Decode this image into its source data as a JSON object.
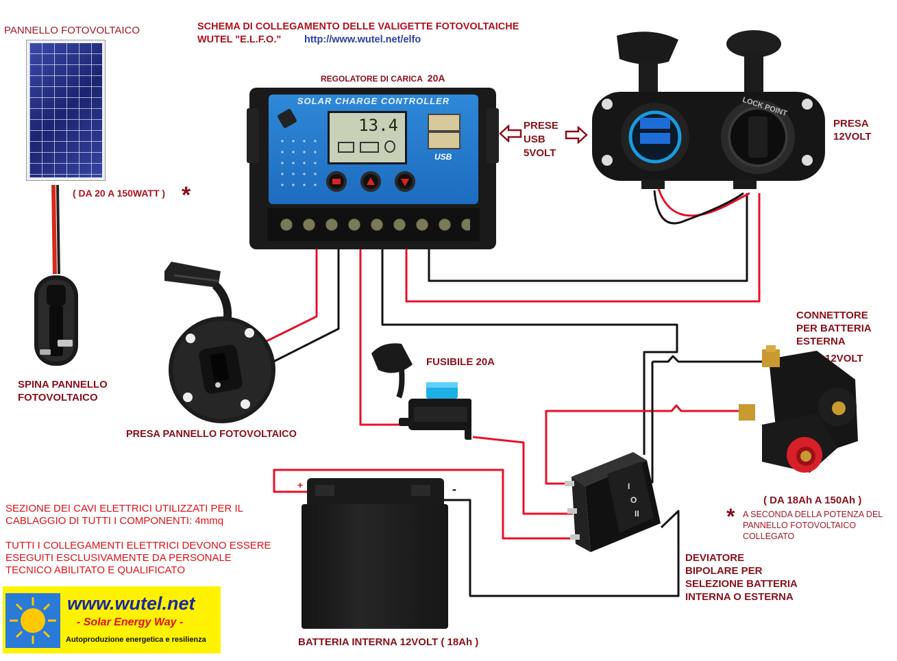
{
  "title": {
    "line1": "SCHEMA DI COLLEGAMENTO DELLE VALIGETTE FOTOVOLTAICHE",
    "line2": "WUTEL \"E.L.F.O.\"",
    "url": "http://www.wutel.net/elfo"
  },
  "panel": {
    "label": "PANNELLO FOTOVOLTAICO",
    "power": "( DA 20 A 150WATT )",
    "asterisk": "*"
  },
  "plug": {
    "line1": "SPINA PANNELLO",
    "line2": "FOTOVOLTAICO"
  },
  "socket": {
    "label": "PRESA PANNELLO FOTOVOLTAICO"
  },
  "controller": {
    "label": "REGOLATORE DI CARICA",
    "amps": "20A",
    "brand": "SOLAR CHARGE CONTROLLER",
    "display": "13.4",
    "usb": "USB"
  },
  "usb": {
    "line1": "PRESE",
    "line2": "USB",
    "line3": "5VOLT"
  },
  "presa12": {
    "line1": "PRESA",
    "line2": "12VOLT",
    "lock": "LOCK POINT"
  },
  "fuse": {
    "label": "FUSIBILE 20A"
  },
  "connector": {
    "line1": "CONNETTORE",
    "line2": "PER BATTERIA",
    "line3": "ESTERNA",
    "line4": "12VOLT",
    "capacity": "( DA 18Ah A 150Ah )"
  },
  "note": {
    "asterisk": "*",
    "line1": "A SECONDA DELLA POTENZA DEL",
    "line2": "PANNELLO FOTOVOLTAICO",
    "line3": "COLLEGATO"
  },
  "switch": {
    "line1": "DEVIATORE",
    "line2": "BIPOLARE PER",
    "line3": "SELEZIONE BATTERIA",
    "line4": "INTERNA O ESTERNA"
  },
  "battery": {
    "label": "BATTERIA INTERNA 12VOLT ( 18Ah )",
    "plus": "+",
    "minus": "-"
  },
  "cables": {
    "line1": "SEZIONE DEI CAVI ELETTRICI UTILIZZATI PER IL",
    "line2": "CABLAGGIO DI TUTTI I COMPONENTI: 4mmq"
  },
  "warning": {
    "line1": "TUTTI I COLLEGAMENTI ELETTRICI DEVONO ESSERE",
    "line2": "ESEGUITI ESCLUSIVAMENTE DA PERSONALE",
    "line3": "TECNICO ABILITATO E QUALIFICATO"
  },
  "logo": {
    "site": "www.wutel.net",
    "slogan": "- Solar Energy Way -",
    "tagline": "Autoproduzione energetica e resilienza"
  },
  "colors": {
    "wire_red": "#e8102a",
    "wire_black": "#111111",
    "title_red": "#b01020",
    "link_blue": "#2a3fa8",
    "logo_yellow": "#fff200",
    "logo_blue": "#1a2aa0"
  }
}
